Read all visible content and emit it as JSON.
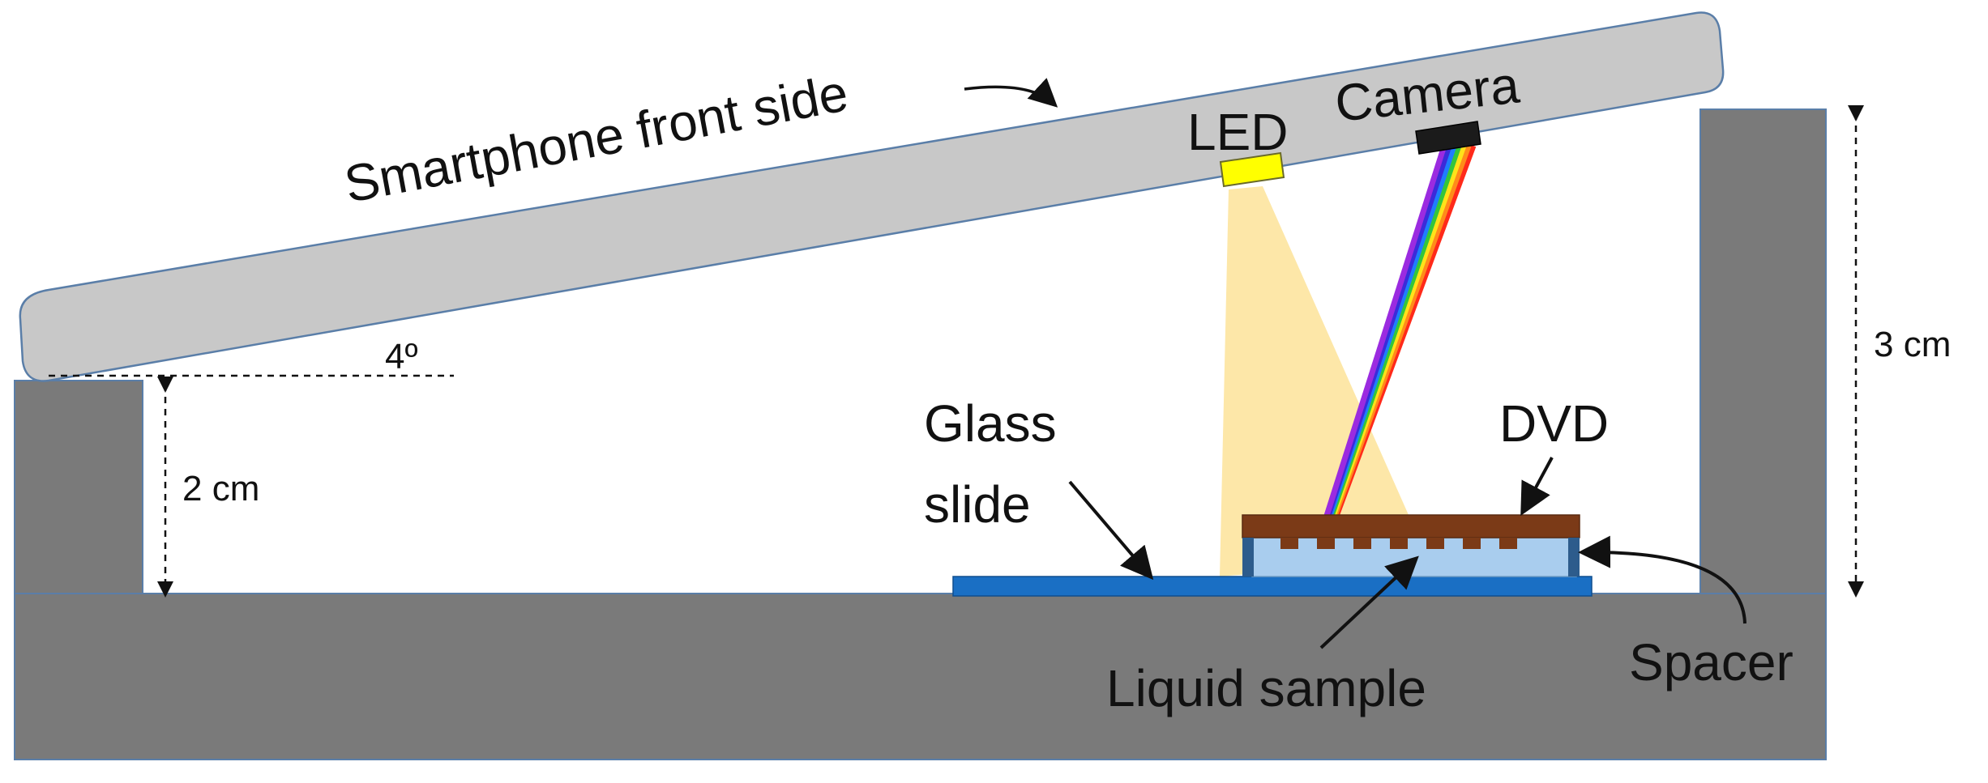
{
  "labels": {
    "phone": "Smartphone front side",
    "led": "LED",
    "camera": "Camera",
    "angle": "4º",
    "height_left": "2 cm",
    "height_right": "3 cm",
    "glass_slide_line1": "Glass",
    "glass_slide_line2": "slide",
    "dvd": "DVD",
    "liquid_sample": "Liquid sample",
    "spacer": "Spacer"
  },
  "colors": {
    "stand": "#7a7a7a",
    "phone": "#c8c8c8",
    "phone_border": "#5a7ea8",
    "led": "#ffff00",
    "light_cone": "#fde7a8",
    "camera": "#1b1b1b",
    "glass_slide": "#1a6fc4",
    "liquid": "#a9cdee",
    "dvd": "#7b3a17",
    "spacer": "#2d5c8c",
    "rainbow": [
      "#ff2a1a",
      "#ff8c1a",
      "#ffe21a",
      "#34c63a",
      "#1f7dff",
      "#3b2bd9",
      "#9b2be0"
    ]
  }
}
